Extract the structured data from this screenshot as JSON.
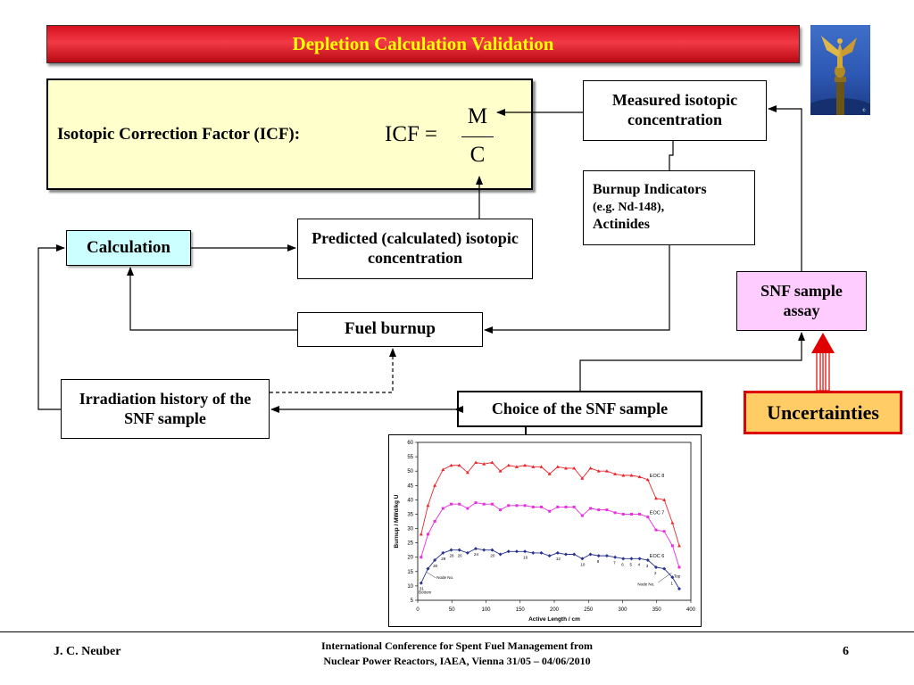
{
  "title": "Depletion Calculation Validation",
  "icf": {
    "label": "Isotopic Correction Factor (ICF):",
    "lhs": "ICF",
    "eq": "=",
    "numerator": "M",
    "denominator": "C"
  },
  "boxes": {
    "measured": "Measured isotopic concentration",
    "burnup_indicators": [
      "Burnup Indicators",
      "(e.g. Nd-148),",
      "Actinides"
    ],
    "calculation": "Calculation",
    "predicted": "Predicted (calculated) isotopic concentration",
    "fuel_burnup": "Fuel burnup",
    "snf_assay": "SNF sample assay",
    "irradiation": "Irradiation history of the SNF sample",
    "choice": "Choice of the SNF sample",
    "uncertainties": "Uncertainties"
  },
  "colors": {
    "title_text": "#ffff00",
    "title_bar": "#d7111e",
    "icf_box": "#ffffcc",
    "calculation_box": "#ccffff",
    "snf_assay_box": "#ffccff",
    "uncertainties_fill": "#ffcc66",
    "uncertainties_border": "#e10000",
    "red_arrow": "#e10000"
  },
  "chart_data": {
    "type": "line",
    "xlabel": "Active Length / cm",
    "ylabel": "Burnup / MWd/kg U",
    "xlim": [
      0,
      400
    ],
    "ylim": [
      5,
      60
    ],
    "xticks": [
      0,
      50,
      100,
      150,
      200,
      250,
      300,
      350,
      400
    ],
    "yticks": [
      5,
      10,
      15,
      20,
      25,
      30,
      35,
      40,
      45,
      50,
      55,
      60
    ],
    "grid": false,
    "x": [
      5,
      15,
      25,
      37,
      49,
      61,
      73,
      85,
      97,
      109,
      121,
      133,
      145,
      157,
      169,
      181,
      193,
      205,
      217,
      229,
      241,
      253,
      265,
      277,
      289,
      301,
      313,
      325,
      337,
      349,
      361,
      373,
      383
    ],
    "series": [
      {
        "name": "EOC 8",
        "color": "#e8262b",
        "values": [
          28,
          38,
          45,
          50.5,
          52,
          52,
          49.5,
          53,
          52.5,
          53,
          50,
          52,
          51.5,
          52,
          51.5,
          51.5,
          49,
          51.5,
          51,
          51,
          47.5,
          51,
          50,
          50,
          49,
          48.5,
          48.5,
          48,
          47,
          40.5,
          40,
          32,
          24
        ]
      },
      {
        "name": "EOC 7",
        "color": "#e830e0",
        "values": [
          20,
          28,
          32.5,
          37,
          38.5,
          38.5,
          37,
          39,
          38.5,
          38.5,
          36.5,
          38,
          38,
          38,
          37.5,
          37.5,
          36,
          37.5,
          37.5,
          37.5,
          34.5,
          37,
          36.5,
          36.5,
          35.5,
          35,
          35,
          35,
          34,
          29.5,
          29,
          24,
          16.5
        ]
      },
      {
        "name": "EOC 6",
        "color": "#27318f",
        "values": [
          11,
          16,
          19,
          21.5,
          22.5,
          22.5,
          21.5,
          23,
          22.5,
          22.5,
          21,
          22,
          22,
          22,
          21.5,
          21.5,
          20.5,
          21.5,
          21,
          21,
          19.5,
          21,
          20.5,
          20.5,
          20,
          19.5,
          19.5,
          19.5,
          19,
          16.5,
          16,
          13,
          9
        ]
      }
    ],
    "annotations": {
      "node_labels_left": [
        "31",
        "30",
        "29",
        "28",
        "26",
        "24",
        "20",
        "16",
        "12",
        "10",
        "8",
        "7",
        "6",
        "5",
        "4",
        "3",
        "2",
        "1"
      ],
      "bottom": "Bottom",
      "top": "Top",
      "node_no": "Node No."
    }
  },
  "footer": {
    "author": "J. C. Neuber",
    "conference_line1": "International Conference for Spent Fuel Management from",
    "conference_line2": "Nuclear Power Reactors, IAEA, Vienna 31/05 – 04/06/2010",
    "page": "6"
  }
}
